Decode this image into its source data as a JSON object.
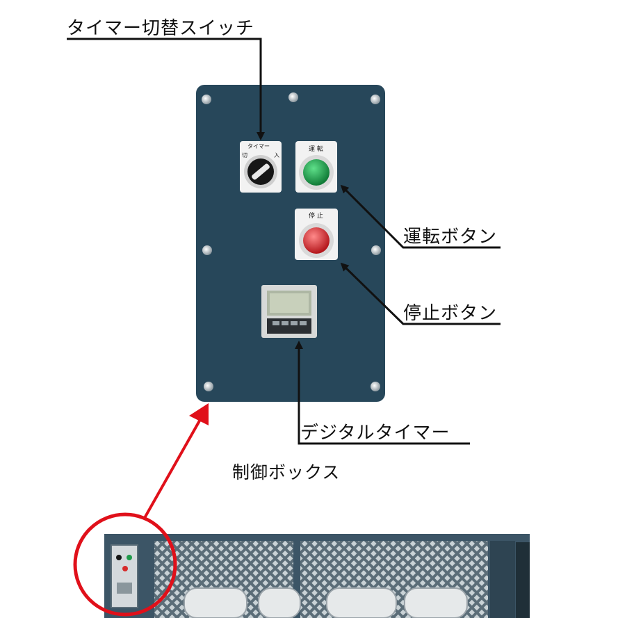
{
  "labels": {
    "timer_switch": "タイマー切替スイッチ",
    "run_button": "運転ボタン",
    "stop_button": "停止ボタン",
    "digital_timer": "デジタルタイマー",
    "control_box": "制御ボックス"
  },
  "panel": {
    "switch_plate_top": "タイマー",
    "switch_plate_off": "切",
    "switch_plate_on": "入",
    "run_plate": "運 転",
    "stop_plate": "停 止"
  },
  "colors": {
    "panel": "#27475a",
    "run_lamp": "#1f9a4a",
    "stop_lamp": "#d62b2b",
    "highlight": "#e0101a",
    "machine_frame": "#3c5566"
  }
}
